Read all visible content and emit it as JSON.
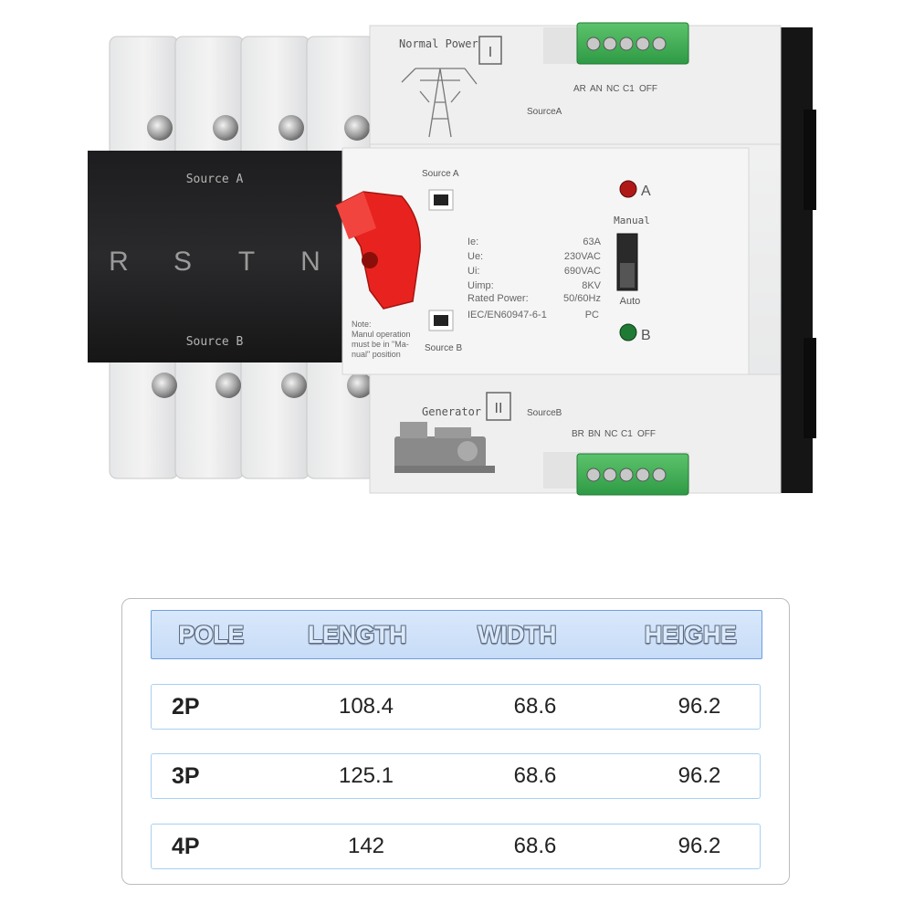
{
  "device": {
    "section_a": {
      "title": "Normal Power",
      "numeral": "I",
      "source_label": "SourceA",
      "terminals": [
        "AR",
        "AN",
        "NC",
        "C1",
        "OFF"
      ]
    },
    "section_b": {
      "title": "Generator",
      "numeral": "II",
      "source_label": "SourceB",
      "terminals": [
        "BR",
        "BN",
        "NC",
        "C1",
        "OFF"
      ]
    },
    "handle_panel": {
      "source_a": "Source A",
      "source_b": "Source B",
      "phases": [
        "R",
        "S",
        "T",
        "N"
      ]
    },
    "front": {
      "window_a_label": "Source A",
      "window_b_label": "Source B",
      "note_lines": [
        "Note:",
        "Manul operation",
        "must be in \"Ma-",
        "nual\" position"
      ],
      "specs": [
        {
          "key": "Ie:",
          "value": "63A"
        },
        {
          "key": "Ue:",
          "value": "230VAC"
        },
        {
          "key": "Ui:",
          "value": "690VAC"
        },
        {
          "key": "Uimp:",
          "value": "8KV"
        },
        {
          "key": "Rated Power:",
          "value": "50/60Hz"
        },
        {
          "key": "IEC/EN60947-6-1",
          "value": "PC"
        }
      ],
      "indicator_a": "A",
      "indicator_b": "B",
      "switch_manual": "Manual",
      "switch_auto": "Auto",
      "indicator_a_color": "#b01818",
      "indicator_b_color": "#1f7a33",
      "handle_color": "#e8231f"
    }
  },
  "spec_table": {
    "headers": [
      "POLE",
      "LENGTH",
      "WIDTH",
      "HEIGHE"
    ],
    "rows": [
      {
        "pole": "2P",
        "length": "108.4",
        "width": "68.6",
        "height": "96.2"
      },
      {
        "pole": "3P",
        "length": "125.1",
        "width": "68.6",
        "height": "96.2"
      },
      {
        "pole": "4P",
        "length": "142",
        "width": "68.6",
        "height": "96.2"
      }
    ],
    "header_color": "#c7dcf7",
    "row_border_color": "#a9d0f3"
  }
}
